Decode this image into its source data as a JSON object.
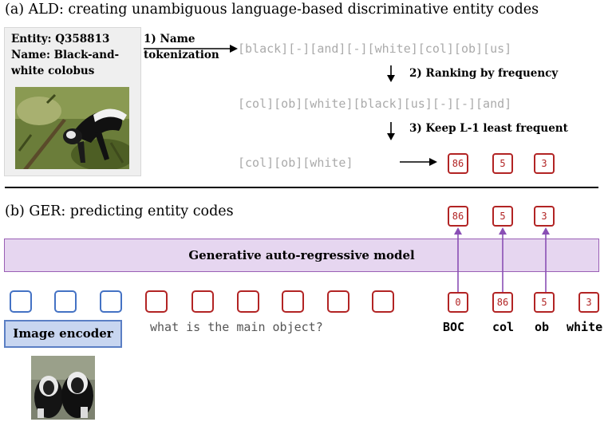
{
  "section_a": {
    "title": "(a) ALD: creating unambiguous language-based discriminative entity codes",
    "entity": {
      "id_label": "Entity: Q358813",
      "name_line1": "Name: Black-and-",
      "name_line2": "white colobus"
    },
    "step1_line1": "1) Name",
    "step1_line2": "tokenization",
    "tokens_raw": "[black][-][and][-][white][col][ob][us]",
    "step2": "2) Ranking by frequency",
    "tokens_sorted": "[col][ob][white][black][us][-][-][and]",
    "step3": "3) Keep L-1 least frequent",
    "tokens_kept": "[col][ob][white]",
    "codes": [
      "86",
      "5",
      "3"
    ]
  },
  "section_b": {
    "title": "(b) GER: predicting entity codes",
    "output_codes": [
      "86",
      "5",
      "3"
    ],
    "model_label": "Generative auto-regressive model",
    "encoder_label": "Image encoder",
    "question": "what is the main object?",
    "input_codes": [
      "0",
      "86",
      "5",
      "3"
    ],
    "input_tokens": [
      "BOC",
      "col",
      "ob",
      "white"
    ]
  },
  "colors": {
    "code_red": "#b22424",
    "image_token_blue": "#4472c4",
    "model_purple": "#e6d6f0",
    "arrow_purple": "#8a4fb5",
    "token_gray": "#aaaaaa"
  }
}
